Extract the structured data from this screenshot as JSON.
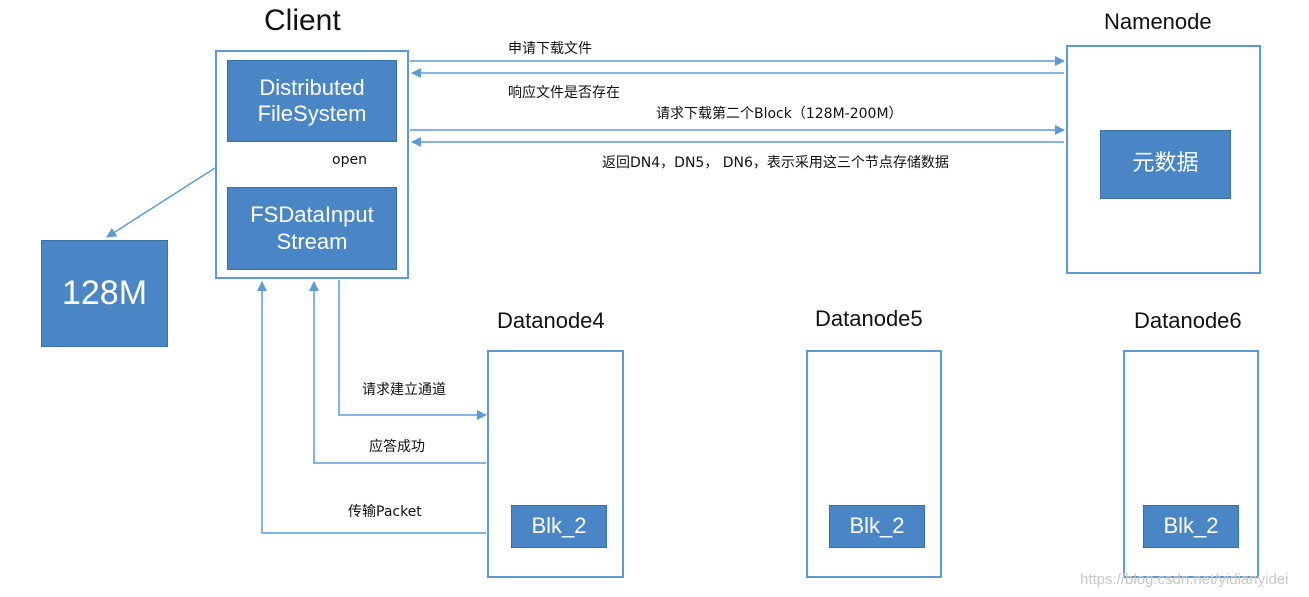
{
  "client": {
    "title": "Client",
    "dfs_label": "Distributed\nFileSystem",
    "fsdis_label": "FSDataInput\nStream"
  },
  "namenode": {
    "title": "Namenode",
    "metadata_label": "元数据"
  },
  "block_128m": "128M",
  "datanodes": [
    {
      "title": "Datanode4",
      "block": "Blk_2"
    },
    {
      "title": "Datanode5",
      "block": "Blk_2"
    },
    {
      "title": "Datanode6",
      "block": "Blk_2"
    }
  ],
  "arrows": {
    "request_download": "申请下载文件",
    "file_exists_response": "响应文件是否存在",
    "request_second_block": "请求下载第二个Block（128M-200M）",
    "return_datanodes": "返回DN4，DN5， DN6，表示采用这三个节点存储数据",
    "open": "open",
    "request_channel": "请求建立通道",
    "ack_success": "应答成功",
    "transfer_packet": "传输Packet"
  },
  "watermark": "https://blog.csdn.net/yidianyidei",
  "colors": {
    "box_fill": "#4a86c5",
    "frame_border": "#5b9bd5",
    "arrow": "#5b9bd5"
  }
}
